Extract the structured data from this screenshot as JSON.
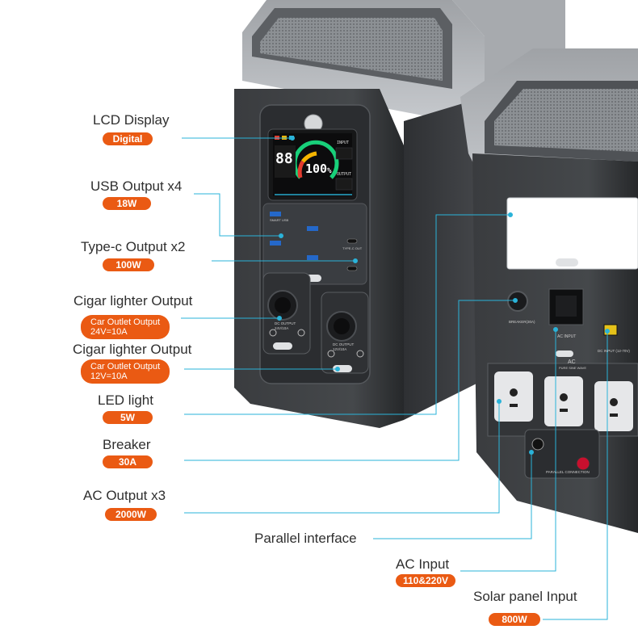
{
  "callouts": [
    {
      "label": "LCD Display",
      "badge": "Digital"
    },
    {
      "label": "USB Output x4",
      "badge": "18W"
    },
    {
      "label": "Type-c Output x2",
      "badge": "100W"
    },
    {
      "label": "Cigar lighter Output",
      "badge_line1": "Car Outlet Output",
      "badge_line2": "24V=10A"
    },
    {
      "label": "Cigar lighter Output",
      "badge_line1": "Car Outlet Output",
      "badge_line2": "12V=10A"
    },
    {
      "label": "LED light",
      "badge": "5W"
    },
    {
      "label": "Breaker",
      "badge": "30A"
    },
    {
      "label": "AC Output x3",
      "badge": "2000W"
    },
    {
      "label": "Parallel interface"
    },
    {
      "label": "AC Input",
      "badge": "110&220V"
    },
    {
      "label": "Solar panel Input",
      "badge": "800W"
    }
  ],
  "lcd": {
    "percent": "100",
    "unit": "%",
    "input_label": "INPUT",
    "output_label": "OUTPUT",
    "digits": "88"
  },
  "panel": {
    "ac_text": "AC",
    "pure_sine": "PURE SINE WAVE",
    "ac_input": "AC INPUT",
    "breaker": "BREAKER(30A)",
    "dc_input": "DC INPUT (12-70V)",
    "parallel": "PARALLEL CONNECTION",
    "dc_output_24": "DC OUTPUT 24V/10A",
    "dc_output_12": "DC OUTPUT 12V/10A",
    "usb_label": "SMART USB",
    "typec_label": "TYPE-C OUT"
  },
  "colors": {
    "accent": "#ea5a13",
    "leader": "#2ab3d9"
  }
}
